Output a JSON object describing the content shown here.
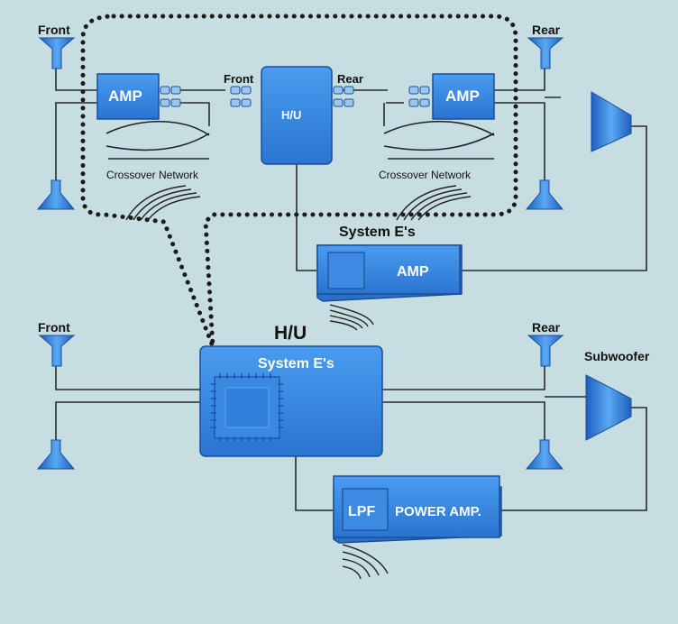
{
  "colors": {
    "background": "#c6dde2",
    "wire": "#2a2a2a",
    "box_fill": "#2f86e0",
    "box_border": "#1a4f9a",
    "speaker_fill": "#2f7fdb",
    "dotted": "#222222",
    "text_dark": "#111111",
    "text_light": "#ffffff"
  },
  "top_system": {
    "front_label": "Front",
    "rear_label": "Rear",
    "amp_left_label": "AMP",
    "amp_right_label": "AMP",
    "hu_label": "H/U",
    "hu_front_label": "Front",
    "hu_rear_label": "Rear",
    "crossover_left_label": "Crossover Network",
    "crossover_right_label": "Crossover Network",
    "system_label": "System E's",
    "sub_amp_label": "AMP"
  },
  "bottom_system": {
    "front_label": "Front",
    "rear_label": "Rear",
    "hu_title": "H/U",
    "hu_system_label": "System E's",
    "subwoofer_label": "Subwoofer",
    "lpf_label": "LPF",
    "power_amp_label": "POWER AMP."
  }
}
